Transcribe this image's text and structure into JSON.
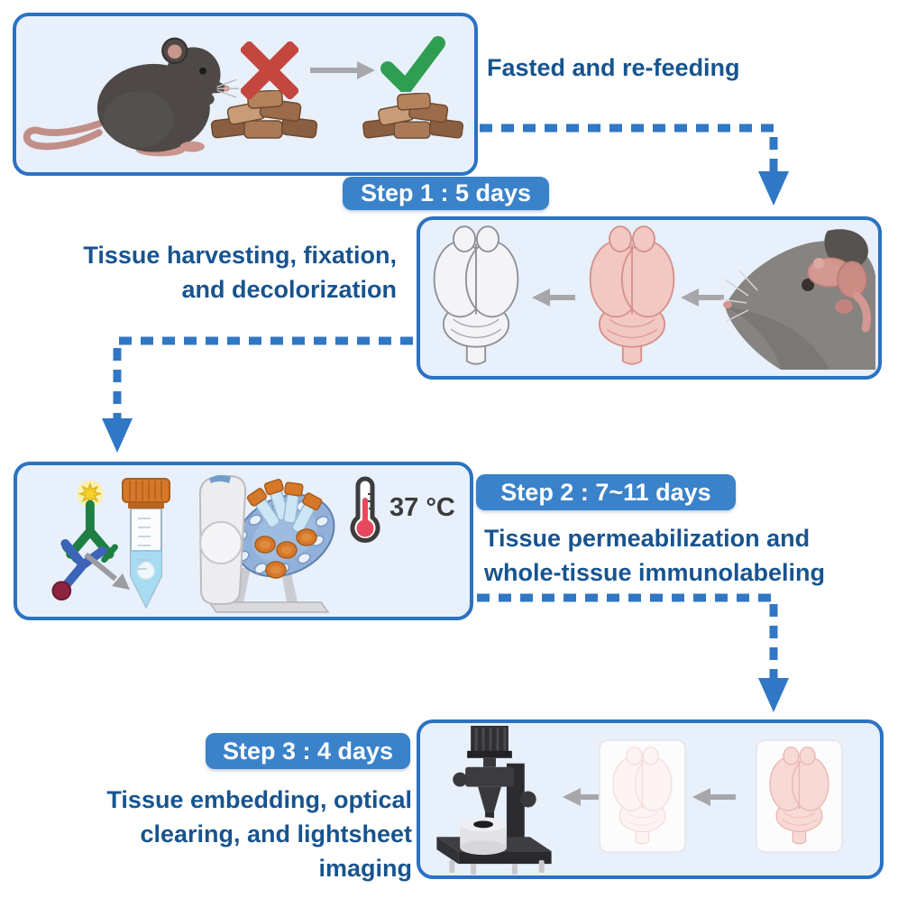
{
  "badges": [
    {
      "label": "Step 1 : 5 days"
    },
    {
      "label": "Step 2 : 7~11 days"
    },
    {
      "label": "Step 3 : 4 days"
    }
  ],
  "captions": [
    {
      "lines": [
        "Fasted and re-feeding"
      ]
    },
    {
      "lines": [
        "Tissue harvesting, fixation,",
        "and decolorization"
      ]
    },
    {
      "lines": [
        "Tissue permeabilization and",
        "whole-tissue immunolabeling"
      ]
    },
    {
      "lines": [
        "Tissue embedding, optical",
        "clearing, and lightsheet imaging"
      ]
    }
  ],
  "temperature_label": "37 °C",
  "illustrations": [
    "mouse",
    "food-pile-fasting",
    "cross-mark",
    "check-mark",
    "food-pile-refeeding",
    "decolorized-brain",
    "fixed-pink-brain",
    "mouse-head-organs",
    "antibody-pair-fluorophore",
    "conical-tube",
    "tube-rotator",
    "thermometer",
    "lightsheet-microscope",
    "cleared-brain-card",
    "embedded-brain-card"
  ],
  "colors": {
    "panel_border": "#2b72c2",
    "panel_fill": "#e8f0fb",
    "badge_fill": "#3a82c9",
    "badge_text": "#ffffff",
    "caption_text": "#17548f",
    "arrow_dash": "#3077c5",
    "cross_red": "#c4473f",
    "check_green": "#2f9e52",
    "cap_orange": "#d57829",
    "thermometer_red": "#e8485d",
    "temperature_text": "#3a3a3a"
  }
}
